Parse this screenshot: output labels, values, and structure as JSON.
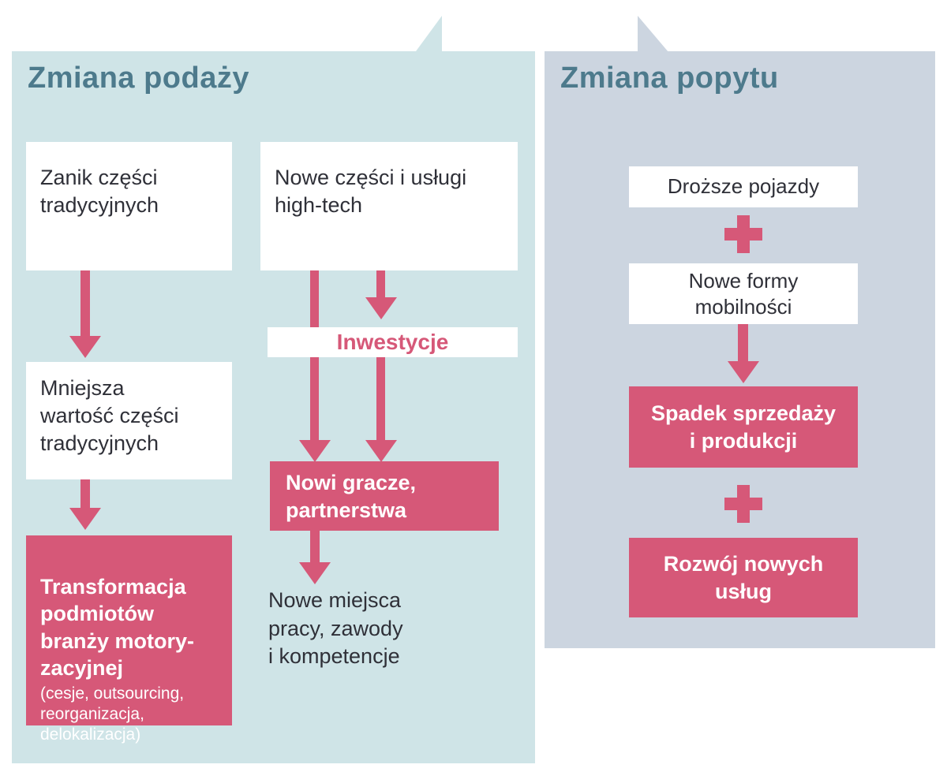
{
  "colors": {
    "supply_bg": "#cfe4e7",
    "demand_bg": "#ccd5e0",
    "accent_pink": "#d65878",
    "title_color": "#4d7a8c",
    "dark_text": "#2f3038"
  },
  "icons": {
    "arrow_down": "css-triangle-down",
    "plus": "css-cross",
    "panel_notch": "css-triangle-tail"
  },
  "supply": {
    "title": "Zmiana podaży",
    "left_flow": {
      "box1": "Zanik części\ntradycyjnych",
      "box2": "Mniejsza\nwartość części\ntradycyjnych",
      "box3_title": "Transformacja\npodmiotów\nbranży motory-\nzacyjnej",
      "box3_note": "(cesje, outsourcing,\nreorganizacja,\ndelokalizacja)"
    },
    "right_flow": {
      "box1": "Nowe części i usługi\nhigh-tech",
      "investments_bar": "Inwestycje",
      "box2": "Nowi gracze,\npartnerstwa",
      "caption": "Nowe miejsca\npracy, zawody\ni kompetencje"
    }
  },
  "demand": {
    "title": "Zmiana popytu",
    "box1": "Droższe pojazdy",
    "box2": "Nowe formy\nmobilności",
    "box3": "Spadek sprzedaży\ni produkcji",
    "box4": "Rozwój nowych\nusług"
  }
}
